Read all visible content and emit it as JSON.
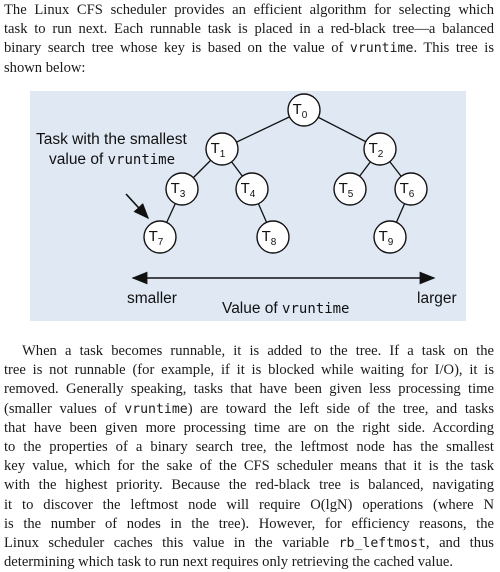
{
  "paragraph1": [
    "The Linux CFS scheduler provides an efficient algorithm for selecting which",
    "task to run next. Each runnable task is placed in a red-black tree—a balanced",
    "binary search tree whose key is based on the value of vruntime. This tree is",
    "shown below:"
  ],
  "figure": {
    "annotation_line1": "Task with the smallest",
    "annotation_line2": "value of ",
    "annotation_mono": "vruntime",
    "nodes": [
      {
        "id": "T0",
        "base": "T",
        "sub": "0"
      },
      {
        "id": "T1",
        "base": "T",
        "sub": "1"
      },
      {
        "id": "T2",
        "base": "T",
        "sub": "2"
      },
      {
        "id": "T3",
        "base": "T",
        "sub": "3"
      },
      {
        "id": "T4",
        "base": "T",
        "sub": "4"
      },
      {
        "id": "T5",
        "base": "T",
        "sub": "5"
      },
      {
        "id": "T6",
        "base": "T",
        "sub": "6"
      },
      {
        "id": "T7",
        "base": "T",
        "sub": "7"
      },
      {
        "id": "T8",
        "base": "T",
        "sub": "8"
      },
      {
        "id": "T9",
        "base": "T",
        "sub": "9"
      }
    ],
    "edges": [
      [
        "T0",
        "T1"
      ],
      [
        "T0",
        "T2"
      ],
      [
        "T1",
        "T3"
      ],
      [
        "T1",
        "T4"
      ],
      [
        "T2",
        "T5"
      ],
      [
        "T2",
        "T6"
      ],
      [
        "T3",
        "T7"
      ],
      [
        "T4",
        "T8"
      ],
      [
        "T6",
        "T9"
      ]
    ],
    "axis_left": "smaller",
    "axis_right": "larger",
    "axis_label": "Value of ",
    "axis_label_mono": "vruntime"
  },
  "paragraph2": [
    "When a task becomes runnable, it is added to the tree. If a task on the",
    "tree is not runnable (for example, if it is blocked while waiting for I/O), it is",
    "removed. Generally speaking, tasks that have been given less processing time",
    "(smaller values of vruntime) are toward the left side of the tree, and tasks",
    "that have been given more processing time are on the right side. According",
    "to the properties of a binary search tree, the leftmost node has the smallest",
    "key value, which for the sake of the CFS scheduler means that it is the task",
    "with the highest priority. Because the red-black tree is balanced, navigating",
    "it to discover the leftmost node will require O(lgN) operations (where N",
    "is the number of nodes in the tree). However, for efficiency reasons, the",
    "Linux scheduler caches this value in the variable rb_leftmost, and thus",
    "determining which task to run next requires only retrieving the cached value."
  ]
}
